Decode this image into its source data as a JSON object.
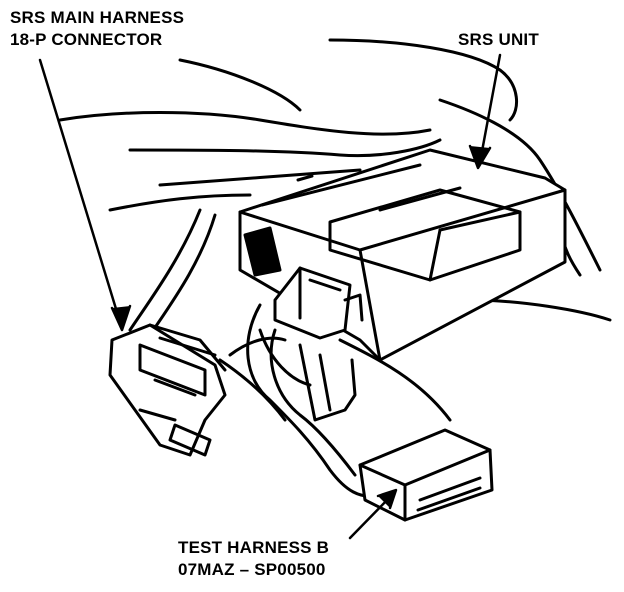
{
  "labels": {
    "main_harness_line1": "SRS MAIN HARNESS",
    "main_harness_line2": "18-P CONNECTOR",
    "srs_unit": "SRS UNIT",
    "test_harness_line1": "TEST HARNESS B",
    "test_harness_line2": "07MAZ – SP00500"
  },
  "colors": {
    "ink": "#000000",
    "paper": "#ffffff"
  }
}
